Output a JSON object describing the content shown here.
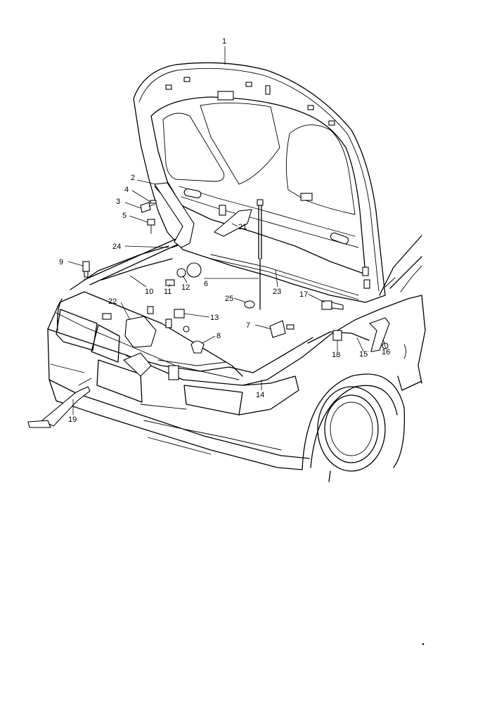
{
  "diagram": {
    "callouts": [
      {
        "id": "1",
        "label": "1"
      },
      {
        "id": "2",
        "label": "2"
      },
      {
        "id": "4",
        "label": "4"
      },
      {
        "id": "3",
        "label": "3"
      },
      {
        "id": "5",
        "label": "5"
      },
      {
        "id": "21",
        "label": "21"
      },
      {
        "id": "24",
        "label": "24"
      },
      {
        "id": "9",
        "label": "9"
      },
      {
        "id": "10",
        "label": "10"
      },
      {
        "id": "11",
        "label": "11"
      },
      {
        "id": "12",
        "label": "12"
      },
      {
        "id": "6",
        "label": "6"
      },
      {
        "id": "23",
        "label": "23"
      },
      {
        "id": "25",
        "label": "25"
      },
      {
        "id": "22",
        "label": "22"
      },
      {
        "id": "13",
        "label": "13"
      },
      {
        "id": "7",
        "label": "7"
      },
      {
        "id": "17",
        "label": "17"
      },
      {
        "id": "8",
        "label": "8"
      },
      {
        "id": "18",
        "label": "18"
      },
      {
        "id": "15",
        "label": "15"
      },
      {
        "id": "16",
        "label": "16"
      },
      {
        "id": "14",
        "label": "14"
      },
      {
        "id": "19",
        "label": "19"
      }
    ]
  }
}
